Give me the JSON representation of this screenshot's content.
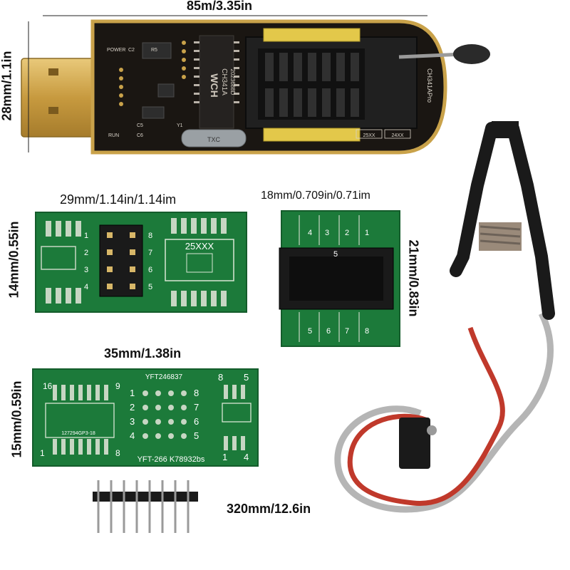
{
  "dimensions": {
    "programmer_width": "85m/3.35in",
    "programmer_height": "28mm/1.1in",
    "adapter_8pin_width": "29mm/1.14in/1.14im",
    "adapter_8pin_height": "14mm/0.55in",
    "adapter_socket_width": "18mm/0.709in/0.71im",
    "adapter_socket_height": "21mm/0.83in",
    "adapter_16pin_width": "35mm/1.38in",
    "adapter_16pin_height": "15mm/0.59in",
    "clip_cable_length": "320mm/12.6in"
  },
  "programmer": {
    "chip_label": "CH341A",
    "chip_code": "2023688D",
    "board_name": "CH341APro",
    "crystal_label": "TXC",
    "led_power": "POWER",
    "led_run": "RUN",
    "socket_label": "25XX",
    "socket_label_2": "24XX",
    "chip_logo": "WCH",
    "silk_ref_1": "C5",
    "silk_ref_2": "C6",
    "silk_ref_3": "R5",
    "silk_ref_4": "Y1",
    "silk_ref_5": "C2"
  },
  "adapter_8pin": {
    "chip_label": "25XXX",
    "pins_left": [
      "1",
      "2",
      "3",
      "4"
    ],
    "pins_right": [
      "8",
      "7",
      "6",
      "5"
    ]
  },
  "adapter_socket": {
    "top_numbers": [
      "4",
      "3",
      "2",
      "1"
    ],
    "bottom_numbers": [
      "5",
      "6",
      "7",
      "8"
    ],
    "center_mark": "5"
  },
  "adapter_16pin": {
    "top_code": "YFT246837",
    "bottom_code": "YFT-266  K78932bs",
    "chip_code": "127294GP3-18",
    "pin_16": "16",
    "pin_9": "9",
    "pin_1": "1",
    "pin_8": "8",
    "right_8": "8",
    "right_5": "5",
    "right_1": "1",
    "right_4": "4",
    "pins_left": [
      "1",
      "2",
      "3",
      "4"
    ],
    "pins_right": [
      "8",
      "7",
      "6",
      "5"
    ]
  },
  "colors": {
    "pcb_black": "#1a1612",
    "pcb_green": "#1c7a3a",
    "gold": "#c9a24a",
    "cable_red": "#c0392b",
    "cable_gray": "#b5b5b5"
  }
}
